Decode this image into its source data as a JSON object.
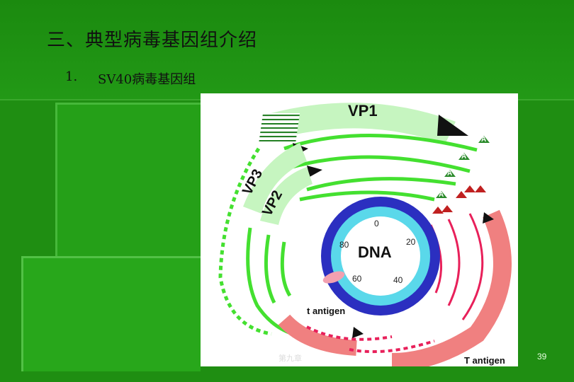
{
  "slide": {
    "title": "三、典型病毒基因组介绍",
    "subtitle_number": "1.",
    "subtitle": "SV40病毒基因组",
    "page_number": "39"
  },
  "figure": {
    "labels": {
      "vp1": "VP1",
      "vp3": "VP3",
      "vp2": "VP2",
      "dna": "DNA",
      "t_small": "t antigen",
      "t_large": "T antigen",
      "watermark": "第九章"
    },
    "ticks": [
      "0",
      "20",
      "40",
      "60",
      "80"
    ],
    "polya_marker": "A",
    "colors": {
      "late_light": "#c6f5c0",
      "late_dash": "#44e030",
      "early": "#f08080",
      "early_dash": "#e8205a",
      "ring_outer": "#2b2fc0",
      "ring_inner": "#5ad8ea"
    }
  }
}
